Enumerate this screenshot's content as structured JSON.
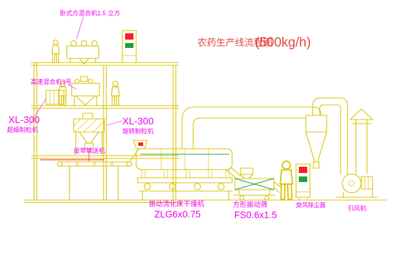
{
  "title": {
    "text": "农药生产线流程图",
    "capacity": "(500kg/h)"
  },
  "colors": {
    "line": "#d8c300",
    "green": "#22a03c",
    "label": "#f000f0",
    "title": "#e24a42",
    "red": "#ff1f1f",
    "background": "#ffffff"
  },
  "equipment_labels": {
    "horizontal_mixer": "卧式方混合机1.5 立方",
    "high_speed_mixer": "高速混合机3号",
    "fine_granulator": {
      "model": "XL-300",
      "name": "超细制粒机"
    },
    "rotary_granulator": {
      "model": "XL-300",
      "name": "旋转制粒机"
    },
    "belt_conveyor": "皮带输送机",
    "fluid_bed_dryer": {
      "name": "振动流化床干燥机",
      "model": "ZLG6x0.75"
    },
    "square_vibrating_sieve": {
      "name": "方形振动筛",
      "model": "FS0.6x1.5"
    },
    "cyclone_dust_collector": "旋风除尘器",
    "induced_draft_fan": "引风机"
  }
}
